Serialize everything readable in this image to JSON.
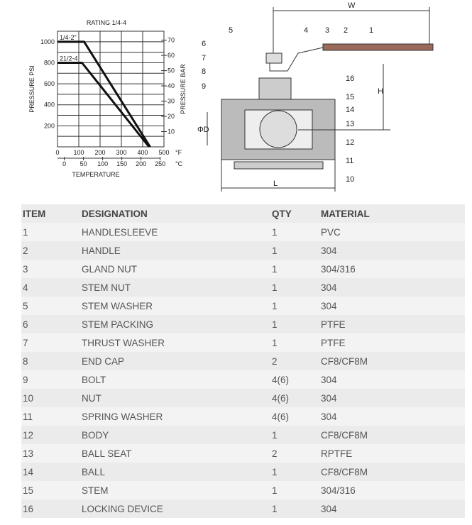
{
  "chart_data": {
    "type": "line",
    "title": "RATING  1/4-4",
    "xlabel": "TEMPERATURE",
    "ylabel": "PRESSURE PSI",
    "y2label": "PRESSURE BAR",
    "xlim": [
      0,
      500
    ],
    "ylim": [
      0,
      1100
    ],
    "x_unit": "°F",
    "x2_unit": "°C",
    "xticks": [
      0,
      100,
      200,
      300,
      400,
      500
    ],
    "x2ticks": [
      0,
      50,
      100,
      150,
      200,
      250
    ],
    "yticks": [
      200,
      400,
      600,
      800,
      1000
    ],
    "y2ticks": [
      10,
      20,
      30,
      40,
      50,
      60,
      70
    ],
    "grid": true,
    "series": [
      {
        "name": "1/4-2\"",
        "x": [
          0,
          125,
          435
        ],
        "y": [
          1000,
          1000,
          0
        ]
      },
      {
        "name": "21/2-4",
        "x": [
          0,
          115,
          430
        ],
        "y": [
          800,
          800,
          0
        ]
      }
    ]
  },
  "diagram": {
    "labels": [
      "1",
      "2",
      "3",
      "4",
      "5",
      "6",
      "7",
      "8",
      "9",
      "10",
      "11",
      "12",
      "13",
      "14",
      "15",
      "16"
    ],
    "W": "W",
    "H": "H",
    "D": "ΦD",
    "L": "L"
  },
  "table": {
    "headers": [
      "ITEM",
      "DESIGNATION",
      "QTY",
      "MATERIAL"
    ],
    "rows": [
      [
        "1",
        "HANDLESLEEVE",
        "1",
        "PVC"
      ],
      [
        "2",
        "HANDLE",
        "1",
        "304"
      ],
      [
        "3",
        "GLAND NUT",
        "1",
        "304/316"
      ],
      [
        "4",
        "STEM NUT",
        "1",
        "304"
      ],
      [
        "5",
        "STEM WASHER",
        "1",
        "304"
      ],
      [
        "6",
        "STEM PACKING",
        "1",
        "PTFE"
      ],
      [
        "7",
        "THRUST WASHER",
        "1",
        "PTFE"
      ],
      [
        "8",
        "END CAP",
        "2",
        "CF8/CF8M"
      ],
      [
        "9",
        "BOLT",
        "4(6)",
        "304"
      ],
      [
        "10",
        "NUT",
        "4(6)",
        "304"
      ],
      [
        "11",
        "SPRING WASHER",
        "4(6)",
        "304"
      ],
      [
        "12",
        "BODY",
        "1",
        "CF8/CF8M"
      ],
      [
        "13",
        "BALL SEAT",
        "2",
        "RPTFE"
      ],
      [
        "14",
        "BALL",
        "1",
        "CF8/CF8M"
      ],
      [
        "15",
        "STEM",
        "1",
        "304/316"
      ],
      [
        "16",
        "LOCKING DEVICE",
        "1",
        "304"
      ]
    ]
  }
}
